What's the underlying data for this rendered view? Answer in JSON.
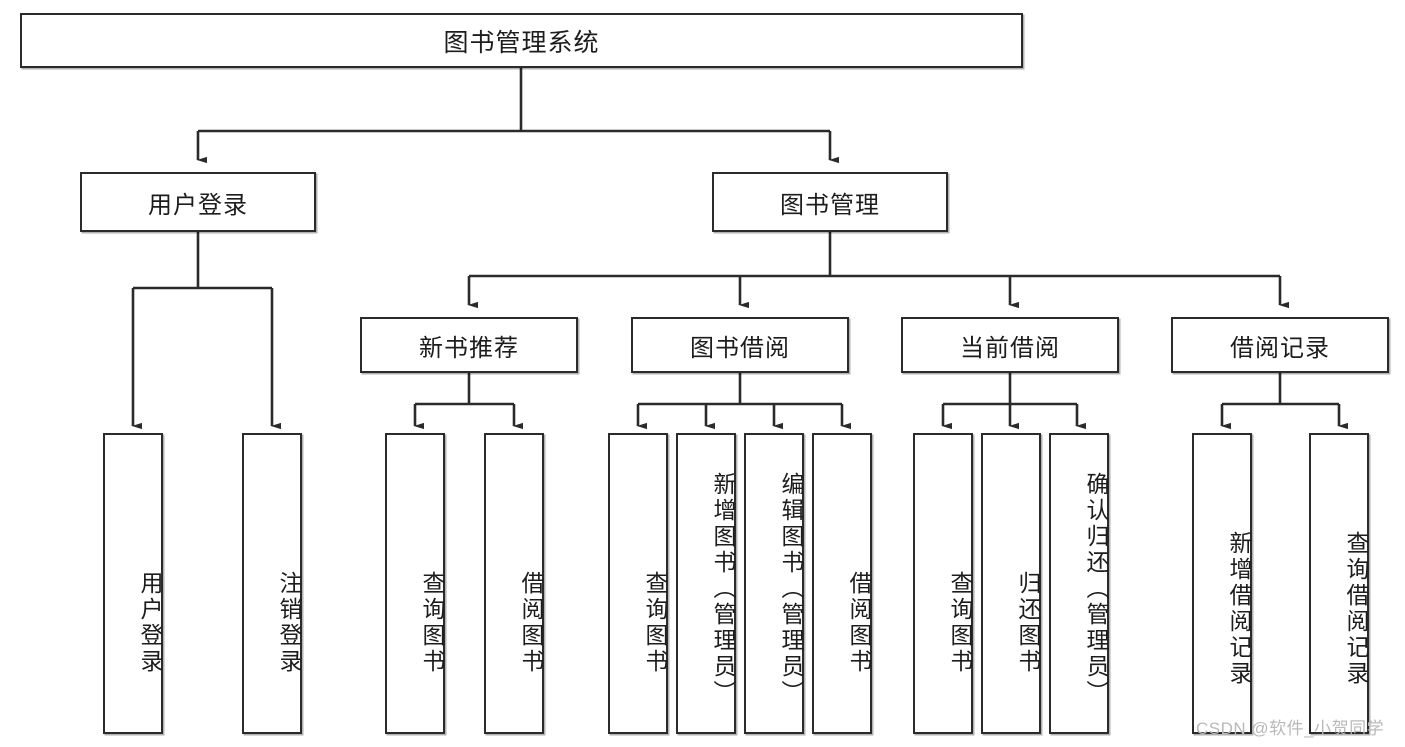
{
  "diagram": {
    "type": "tree-hierarchy",
    "title": "图书管理系统",
    "orientation": "top-down",
    "levels": 4,
    "colors": {
      "stroke": "#2b2b2b",
      "fill": "#ffffff",
      "text": "#1d1d1d",
      "watermark": "#b9b9b9"
    }
  },
  "watermark": {
    "text": "CSDN @软件_小贺同学"
  },
  "nodes": {
    "root": {
      "label": "图书管理系统"
    },
    "level2": [
      {
        "id": "user-login",
        "label": "用户登录"
      },
      {
        "id": "book-manage",
        "label": "图书管理"
      }
    ],
    "level3": [
      {
        "id": "new-book-recommend",
        "label": "新书推荐"
      },
      {
        "id": "book-borrow",
        "label": "图书借阅"
      },
      {
        "id": "current-borrow",
        "label": "当前借阅"
      },
      {
        "id": "borrow-record",
        "label": "借阅记录"
      }
    ],
    "leaves": {
      "user-login": [
        {
          "id": "leaf-user-login",
          "label": "用户登录"
        },
        {
          "id": "leaf-logout",
          "label": "注销登录"
        }
      ],
      "new-book-recommend": [
        {
          "id": "leaf-query-book-1",
          "label": "查询图书"
        },
        {
          "id": "leaf-borrow-book-1",
          "label": "借阅图书"
        }
      ],
      "book-borrow": [
        {
          "id": "leaf-query-book-2",
          "label": "查询图书"
        },
        {
          "id": "leaf-add-book",
          "label": "新增图书（管理员）"
        },
        {
          "id": "leaf-edit-book",
          "label": "编辑图书（管理员）"
        },
        {
          "id": "leaf-borrow-book-2",
          "label": "借阅图书"
        }
      ],
      "current-borrow": [
        {
          "id": "leaf-query-book-3",
          "label": "查询图书"
        },
        {
          "id": "leaf-return-book",
          "label": "归还图书"
        },
        {
          "id": "leaf-confirm-return",
          "label": "确认归还（管理员）"
        }
      ],
      "borrow-record": [
        {
          "id": "leaf-add-record",
          "label": "新增借阅记录"
        },
        {
          "id": "leaf-query-record",
          "label": "查询借阅记录"
        }
      ]
    }
  }
}
